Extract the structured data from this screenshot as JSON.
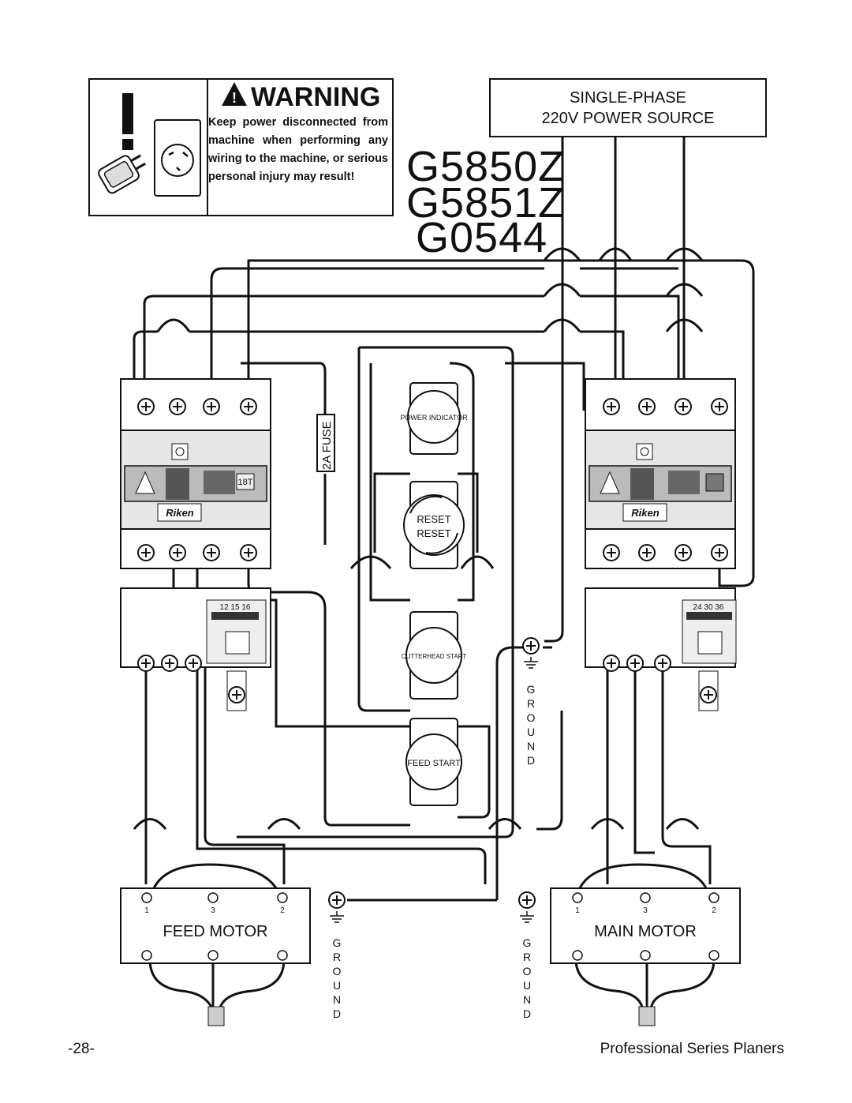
{
  "warning": {
    "title": "WARNING",
    "body": "Keep power disconnected from machine when performing any wiring to the machine, or serious personal injury may result!"
  },
  "power_source": {
    "line1": "SINGLE-PHASE",
    "line2": "220V POWER SOURCE"
  },
  "models": [
    "G5850Z",
    "G5851Z",
    "G0544"
  ],
  "fuse_label": "2A FUSE",
  "switches": {
    "power_indicator": "POWER INDICATOR",
    "reset": "RESET",
    "reset_alt": "RESET",
    "cutterhead_start": "CUTTERHEAD START",
    "feed_start": "FEED START"
  },
  "contactors": {
    "brand": "Riken",
    "left_overload_dial": "12 15 16",
    "right_overload_dial": "24 30 36",
    "left_tag": "18T"
  },
  "motors": {
    "feed": {
      "label": "FEED MOTOR",
      "terminals": [
        "1",
        "3",
        "2"
      ]
    },
    "main": {
      "label": "MAIN MOTOR",
      "terminals": [
        "1",
        "3",
        "2"
      ]
    }
  },
  "ground_label": "GROUND",
  "footer": {
    "page": "-28-",
    "title": "Professional Series Planers"
  }
}
